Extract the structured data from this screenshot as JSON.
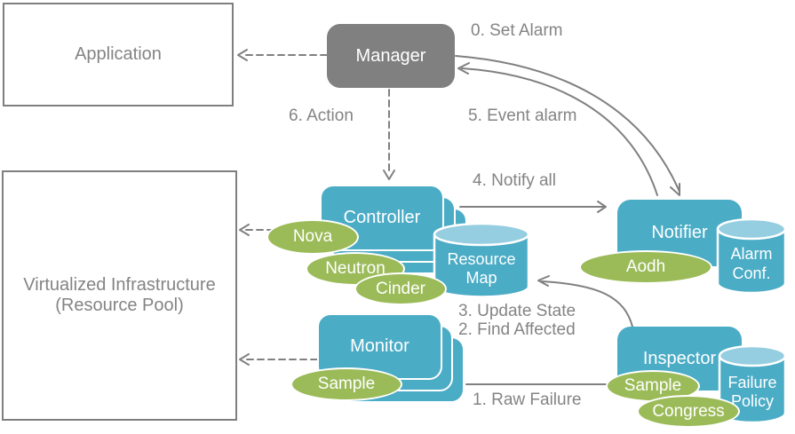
{
  "nodes": {
    "application": {
      "label": "Application"
    },
    "infrastructure": {
      "label_line1": "Virtualized Infrastructure",
      "label_line2": "(Resource Pool)"
    },
    "manager": {
      "label": "Manager"
    },
    "controller": {
      "label": "Controller"
    },
    "monitor": {
      "label": "Monitor"
    },
    "notifier": {
      "label": "Notifier"
    },
    "inspector": {
      "label": "Inspector"
    }
  },
  "datastores": {
    "resource_map": {
      "line1": "Resource",
      "line2": "Map"
    },
    "alarm_conf": {
      "line1": "Alarm",
      "line2": "Conf."
    },
    "failure_policy": {
      "line1": "Failure",
      "line2": "Policy"
    }
  },
  "services": {
    "nova": {
      "label": "Nova"
    },
    "neutron": {
      "label": "Neutron"
    },
    "cinder": {
      "label": "Cinder"
    },
    "monitor_sample": {
      "label": "Sample"
    },
    "aodh": {
      "label": "Aodh"
    },
    "inspector_sample": {
      "label": "Sample"
    },
    "congress": {
      "label": "Congress"
    }
  },
  "flow_labels": {
    "set_alarm": "0. Set Alarm",
    "event_alarm": "5. Event alarm",
    "action": "6. Action",
    "notify_all": "4. Notify all",
    "update_state": "3. Update State",
    "find_affected": "2. Find Affected",
    "raw_failure": "1. Raw Failure"
  },
  "colors": {
    "component_blue": "#4bacc6",
    "cylinder_top_blue": "#95cee0",
    "service_green": "#9bbb59",
    "manager_gray": "#808080",
    "line_gray": "#808080",
    "text_gray": "#848484"
  }
}
